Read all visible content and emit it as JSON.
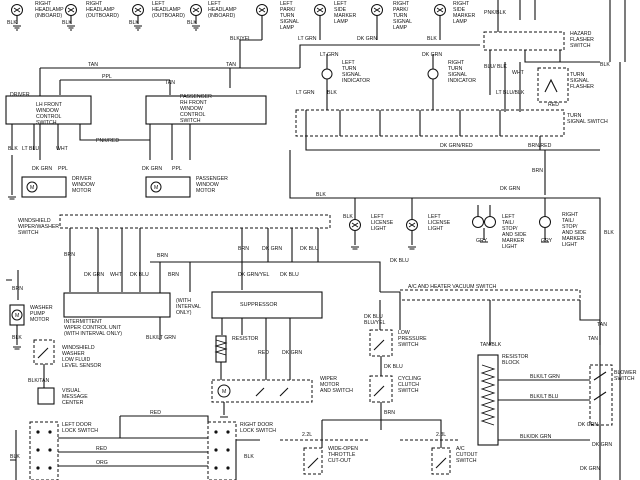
{
  "lamps_top": [
    {
      "name": [
        "RIGHT",
        "HEADLAMP",
        "(INBOARD)"
      ],
      "wire": "BLK"
    },
    {
      "name": [
        "RIGHT",
        "HEADLAMP",
        "(OUTBOARD)"
      ],
      "wire": "BLK"
    },
    {
      "name": [
        "LEFT",
        "HEADLAMP",
        "(OUTBOARD)"
      ],
      "wire": "BLK"
    },
    {
      "name": [
        "LEFT",
        "HEADLAMP",
        "(INBOARD)"
      ],
      "wire": "BLK"
    },
    {
      "name": [
        "LEFT",
        "PARK/",
        "TURN",
        "SIGNAL",
        "LAMP"
      ],
      "wire": "BLK/YEL"
    },
    {
      "name": [
        "LEFT",
        "SIDE",
        "MARKER",
        "LAMP"
      ],
      "wire": "LT GRN"
    },
    {
      "name": [
        "RIGHT",
        "PARK/",
        "TURN",
        "SIGNAL",
        "LAMP"
      ],
      "wire": "DK GRN"
    },
    {
      "name": [
        "RIGHT",
        "SIDE",
        "MARKER",
        "LAMP"
      ],
      "wire": "BLK"
    }
  ],
  "wires": {
    "tan": "TAN",
    "ppl": "PPL",
    "blk": "BLK",
    "blu": "BLU",
    "pnk_red": "PNK/RED",
    "pnk_blk": "PNK/BLK",
    "lt_grn": "LT GRN",
    "dk_grn": "DK GRN",
    "wht": "WHT",
    "lt_blu": "LT BLU",
    "dk_grn_red": "DK GRN/RED",
    "brn_red": "BRN/RED",
    "brn": "BRN",
    "gry": "GRY",
    "blu_yel": "BLU/YEL",
    "red": "RED",
    "dk_blu": "DK BLU",
    "dk_grn_yel": "DK GRN/YEL",
    "blk_tan": "BLK/TAN",
    "blk_lt_grn": "BLK/LT GRN",
    "blk_lt_blu": "BLK/LT BLU",
    "blk_dk_grn": "BLK/DK GRN",
    "tan_blk": "TAN/BLK",
    "org": "ORG",
    "blu_blk": "BLU/ BLK",
    "lt_blu_blk": "LT BLU/BLK"
  },
  "components": {
    "hazard_switch": [
      "HAZARD",
      "FLASHER",
      "SWITCH"
    ],
    "turn_flasher": [
      "TURN",
      "SIGNAL",
      "FLASHER"
    ],
    "left_turn_indicator": [
      "LEFT",
      "TURN",
      "SIGNAL",
      "INDICATOR"
    ],
    "right_turn_indicator": [
      "RIGHT",
      "TURN",
      "SIGNAL",
      "INDICATOR"
    ],
    "turn_signal_switch": [
      "TURN",
      "SIGNAL SWITCH"
    ],
    "right_side_marker_top": [
      "RIGHT",
      "SIDE",
      "MARKER",
      "LAMP"
    ],
    "driver_control": [
      "DRIVER",
      "LH FRONT",
      "WINDOW",
      "CONTROL",
      "SWITCH"
    ],
    "passenger_control": [
      "PASSENGER",
      "RH FRONT",
      "WINDOW",
      "CONTROL",
      "SWITCH"
    ],
    "driver_motor": [
      "DRIVER",
      "WINDOW",
      "MOTOR"
    ],
    "passenger_motor": [
      "PASSENGER",
      "WINDOW",
      "MOTOR"
    ],
    "left_license": [
      "LEFT",
      "LICENSE",
      "LIGHT"
    ],
    "right_license": [
      "LEFT",
      "LICENSE",
      "LIGHT"
    ],
    "left_tail": [
      "LEFT",
      "TAIL/",
      "STOP/",
      "AND SIDE",
      "MARKER",
      "LIGHT"
    ],
    "right_tail": [
      "RIGHT",
      "TAIL/",
      "STOP/",
      "AND SIDE",
      "MARKER",
      "LIGHT"
    ],
    "wiper_switch": [
      "WINDSHIELD",
      "WIPER/WASHER",
      "SWITCH"
    ],
    "washer_pump": [
      "WASHER",
      "PUMP",
      "MOTOR"
    ],
    "intermittent": [
      "INTERMITTENT",
      "WIPER CONTROL UNIT",
      "(WITH INTERVAL ONLY)"
    ],
    "with_interval": [
      "(WITH",
      "INTERVAL",
      "ONLY)"
    ],
    "suppressor": "SUPPRESSOR",
    "resistor": "RESISTOR",
    "washer_sensor": [
      "WINDSHIELD",
      "WASHER",
      "LOW FLUID",
      "LEVEL SENSOR"
    ],
    "visual_center": [
      "VISUAL",
      "MESSAGE",
      "CENTER"
    ],
    "wiper_motor": [
      "WIPER",
      "MOTOR",
      "AND SWITCH"
    ],
    "ac_vacuum": "A/C AND HEATER VACUUM SWITCH",
    "low_pressure": [
      "LOW",
      "PRESSURE",
      "SWITCH"
    ],
    "cycling_clutch": [
      "CYCLING",
      "CLUTCH",
      "SWITCH"
    ],
    "resistor_block": [
      "RESISTOR",
      "BLOCK"
    ],
    "blower_switch": [
      "BLOWER",
      "SWITCH"
    ],
    "left_lock": [
      "LEFT DOOR",
      "LOCK SWITCH"
    ],
    "right_lock": [
      "RIGHT DOOR",
      "LOCK SWITCH"
    ],
    "wot_cutout": [
      "WIDE-OPEN",
      "THROTTLE",
      "CUT-OUT"
    ],
    "ac_cutout": [
      "A/C",
      "CUTOUT",
      "SWITCH"
    ],
    "engine_22": "2.2L",
    "engine_28": "2.8L"
  }
}
